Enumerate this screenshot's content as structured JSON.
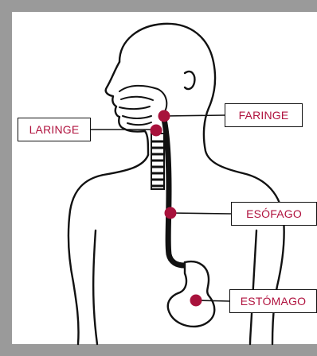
{
  "labels": {
    "laringe": "LARINGE",
    "faringe": "FARINGE",
    "esofago": "ESÓFAGO",
    "estomago": "ESTÓMAGO"
  },
  "colors": {
    "frame": "#9a9a9a",
    "marker": "#a8123c",
    "label_text": "#b0123e",
    "outline": "#111111"
  }
}
